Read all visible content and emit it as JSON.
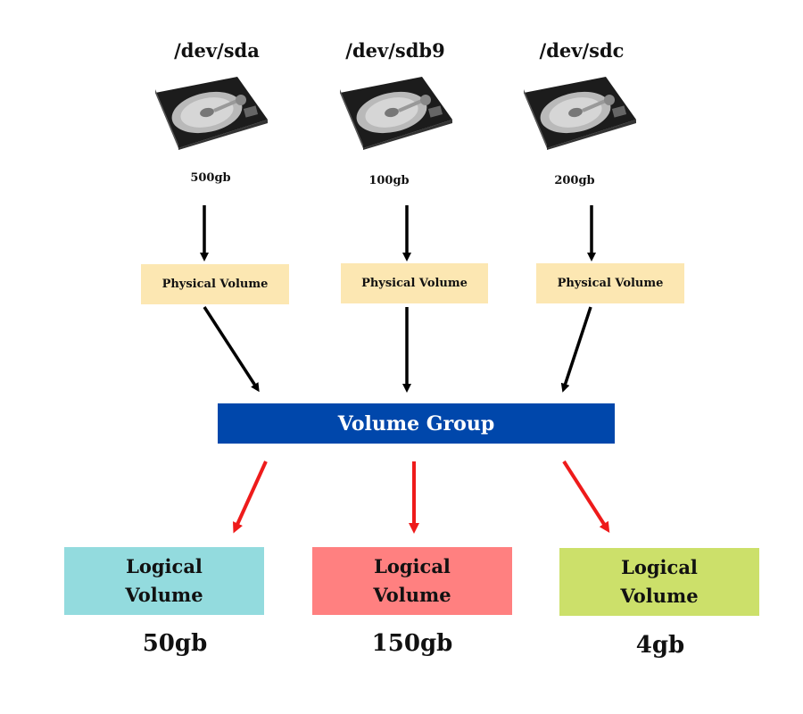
{
  "disks": [
    {
      "device": "/dev/sda",
      "size": "500gb"
    },
    {
      "device": "/dev/sdb9",
      "size": "100gb"
    },
    {
      "device": "/dev/sdc",
      "size": "200gb"
    }
  ],
  "physical_volumes": [
    {
      "label": "Physical Volume"
    },
    {
      "label": "Physical Volume"
    },
    {
      "label": "Physical Volume"
    }
  ],
  "volume_group": {
    "label": "Volume Group",
    "color": "#0047ab"
  },
  "logical_volumes": [
    {
      "line1": "Logical",
      "line2": "Volume",
      "size": "50gb",
      "color": "#93dbde"
    },
    {
      "line1": "Logical",
      "line2": "Volume",
      "size": "150gb",
      "color": "#ff8080"
    },
    {
      "line1": "Logical",
      "line2": "Volume",
      "size": "4gb",
      "color": "#cce06a"
    }
  ],
  "colors": {
    "pv": "#fce7b2",
    "arrow_black": "#000000",
    "arrow_red": "#ee1b1b"
  }
}
